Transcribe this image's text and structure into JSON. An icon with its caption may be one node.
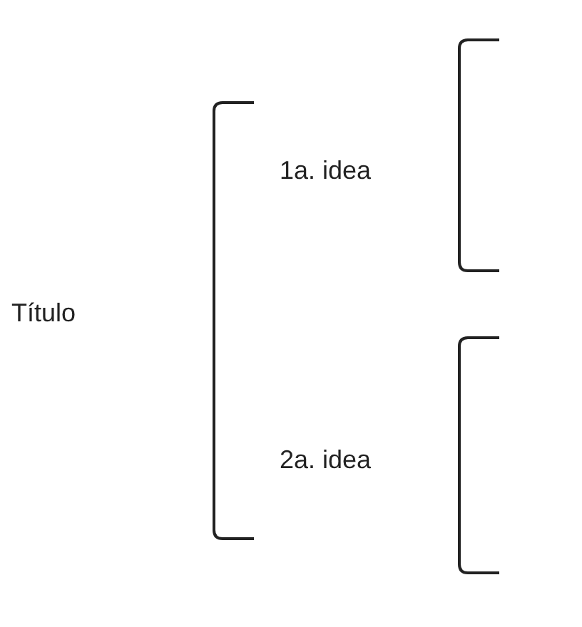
{
  "diagram": {
    "labels": [
      "Título",
      "1a. idea",
      "2a. idea"
    ]
  }
}
